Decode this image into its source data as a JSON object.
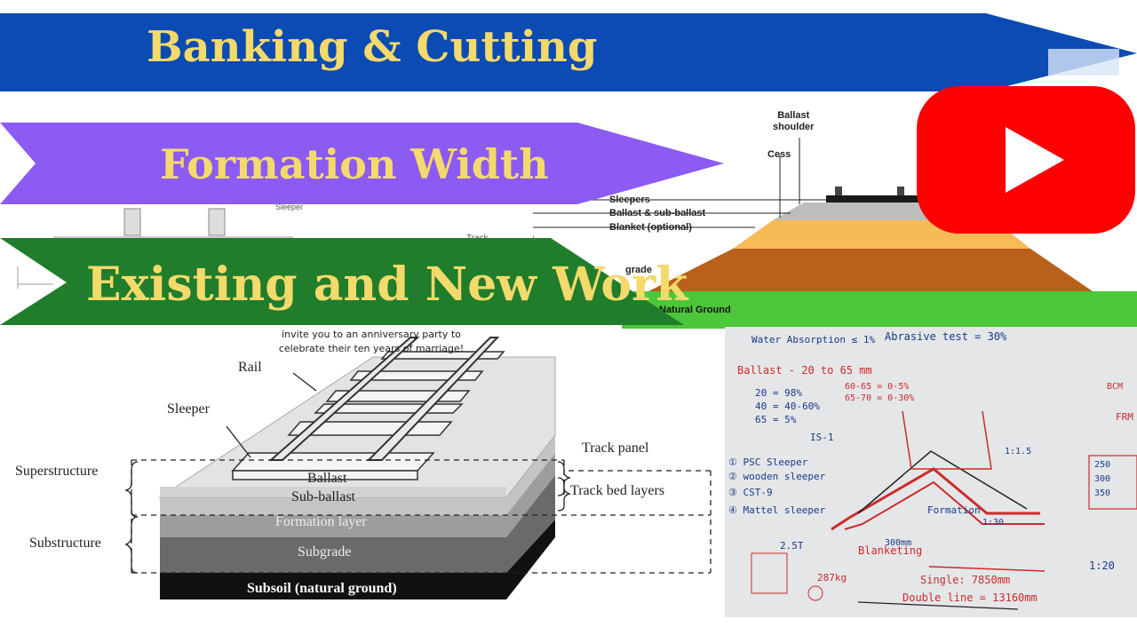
{
  "banners": {
    "title1": "Banking & Cutting",
    "title2": "Formation Width",
    "title3": "Existing and New Work"
  },
  "colors": {
    "banner_blue": "#0b4bb3",
    "banner_purple": "#8c5bf4",
    "banner_green": "#1f7d2b",
    "title_yellow": "#f4d96b",
    "youtube_red": "#ff0000"
  },
  "top_diagram": {
    "labels": {
      "ballast_shoulder": "Ballast\nshoulder",
      "cess": "Cess",
      "sleepers": "Sleepers",
      "ballast_sub_ballast": "Ballast & sub-ballast",
      "blanket": "Blanket (optional)",
      "subgrade": "grade",
      "natural_ground": "Natural Ground",
      "sleeper_small": "Sleeper",
      "track_small": "Track"
    }
  },
  "overlay_text": "invite you to an anniversary party to\ncelebrate their ten years of marriage!",
  "track_diagram": {
    "labels": {
      "rail": "Rail",
      "sleeper": "Sleeper",
      "track_panel": "Track panel",
      "track_bed_layers": "Track bed layers",
      "superstructure": "Superstructure",
      "substructure": "Substructure",
      "ballast": "Ballast",
      "sub_ballast": "Sub-ballast",
      "formation_layer": "Formation layer",
      "subgrade": "Subgrade",
      "subsoil": "Subsoil (natural ground)"
    }
  },
  "whiteboard": {
    "lines": [
      "Water Absorption ≤ 1%",
      "Abrasive test = 30%",
      "Ballast - 20 to 65 mm",
      "60-65 = 0-5%",
      "65-70 = 0-30%",
      "20 = 98%",
      "40 = 40-60%",
      "65 = 5%",
      "IS-1",
      "① PSC Sleeper",
      "② wooden sleeper",
      "③ CST-9",
      "④ Mattel sleeper",
      "Blanketing",
      "Formation",
      "1:30",
      "1:1.5",
      "300mm",
      "Single: 7850mm",
      "Double line = 13160mm",
      "2.5T",
      "287kg",
      "1:20",
      "BCM",
      "FRM",
      "250",
      "300",
      "350"
    ]
  }
}
